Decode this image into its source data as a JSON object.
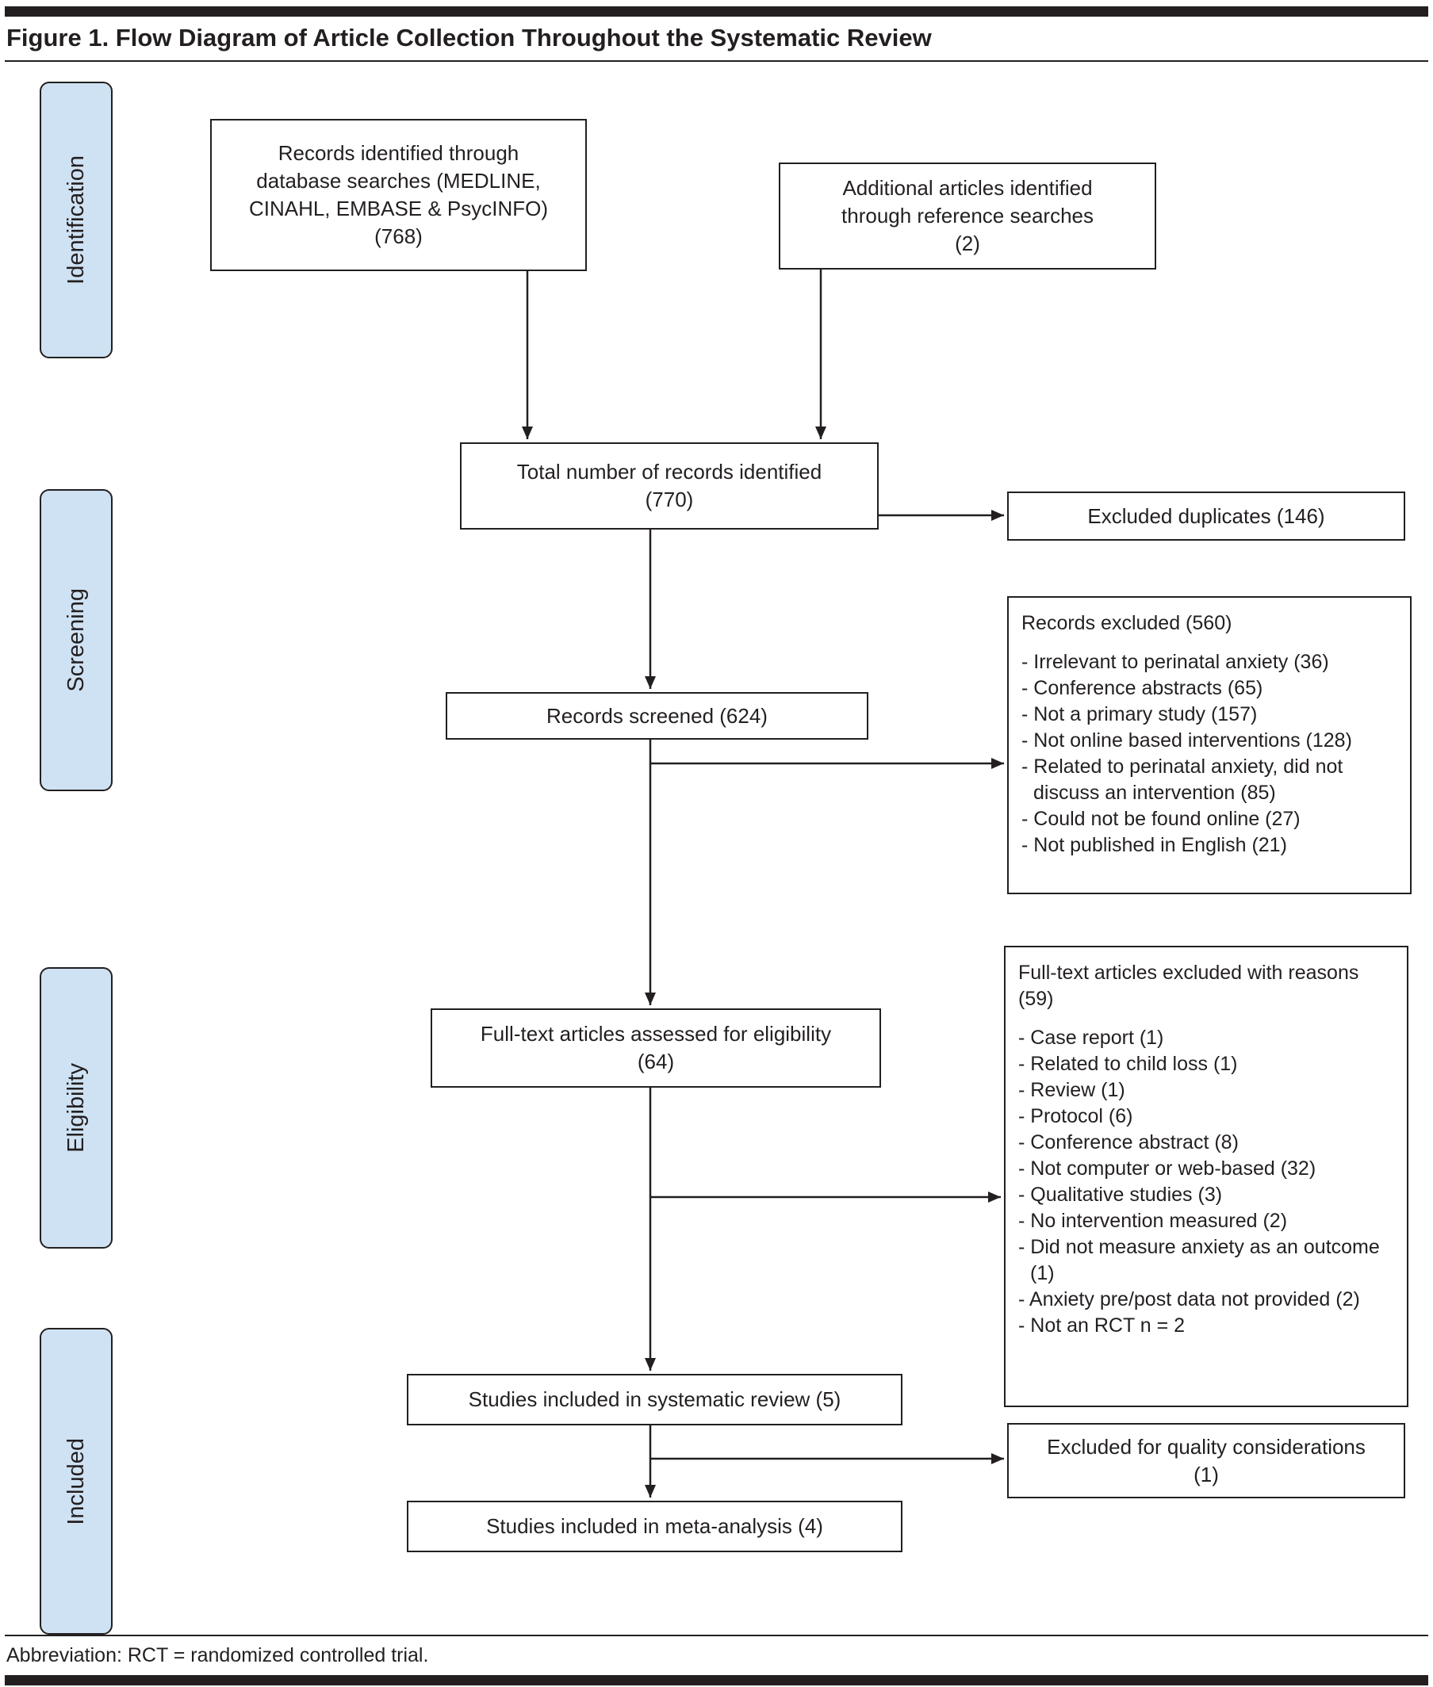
{
  "title": "Figure 1. Flow Diagram of Article Collection Throughout the Systematic Review",
  "stages": {
    "identification": "Identification",
    "screening": "Screening",
    "eligibility": "Eligibility",
    "included": "Included"
  },
  "nodes": {
    "records_identified": "Records identified through\ndatabase searches (MEDLINE,\nCINAHL, EMBASE & PsycINFO)\n(768)",
    "additional_articles": "Additional articles identified\nthrough reference searches\n(2)",
    "total_records": "Total number of records identified\n(770)",
    "excluded_duplicates": "Excluded duplicates (146)",
    "records_screened": "Records screened (624)",
    "records_excluded": {
      "title": "Records excluded (560)",
      "items": [
        "- Irrelevant to perinatal anxiety (36)",
        "- Conference abstracts (65)",
        "- Not a primary study (157)",
        "- Not online based interventions (128)",
        "- Related to perinatal anxiety, did not discuss an intervention (85)",
        "- Could not be found online (27)",
        "- Not published in English (21)"
      ]
    },
    "fulltext_assessed": "Full-text articles assessed for eligibility\n(64)",
    "fulltext_excluded": {
      "title": "Full-text articles excluded with reasons (59)",
      "items": [
        "- Case report (1)",
        "- Related to child loss (1)",
        "- Review (1)",
        "- Protocol (6)",
        "- Conference abstract (8)",
        "- Not computer or web-based (32)",
        "- Qualitative studies (3)",
        "- No intervention measured (2)",
        "- Did not measure anxiety as an outcome (1)",
        "- Anxiety pre/post data not provided (2)",
        "- Not an RCT n = 2"
      ]
    },
    "included_systematic_review": "Studies included in systematic review (5)",
    "excluded_quality": "Excluded for quality considerations\n(1)",
    "included_meta_analysis": "Studies included in meta-analysis (4)"
  },
  "footnote": "Abbreviation: RCT = randomized controlled trial.",
  "colors": {
    "stage_fill": "#cfe2f3",
    "line_color": "#231f20",
    "background": "#ffffff"
  }
}
